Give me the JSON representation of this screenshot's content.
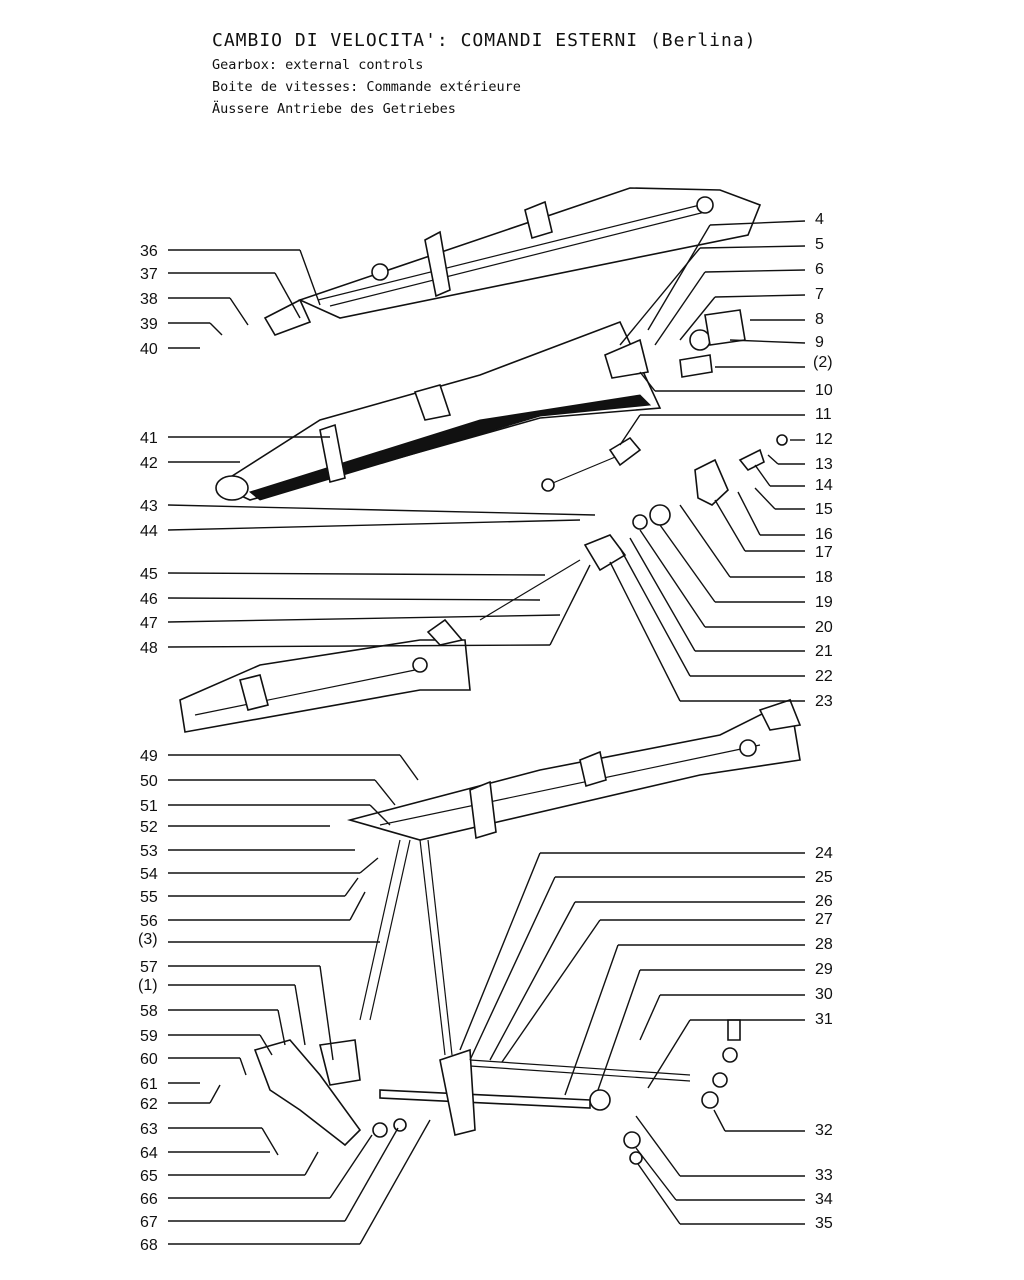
{
  "title": {
    "italian": "CAMBIO DI VELOCITA': COMANDI ESTERNI (Berlina)",
    "english": "Gearbox: external controls",
    "french": "Boite de vitesses: Commande extérieure",
    "german": "Äussere Antriebe des Getriebes"
  },
  "callouts": {
    "left": [
      "36",
      "37",
      "38",
      "39",
      "40",
      "41",
      "42",
      "43",
      "44",
      "45",
      "46",
      "47",
      "48",
      "49",
      "50",
      "51",
      "52",
      "53",
      "54",
      "55",
      "56",
      "(3)",
      "57",
      "(1)",
      "58",
      "59",
      "60",
      "61",
      "62",
      "63",
      "64",
      "65",
      "66",
      "67",
      "68"
    ],
    "right": [
      "4",
      "5",
      "6",
      "7",
      "8",
      "9",
      "(2)",
      "10",
      "11",
      "12",
      "13",
      "14",
      "15",
      "16",
      "17",
      "18",
      "19",
      "20",
      "21",
      "22",
      "23",
      "24",
      "25",
      "26",
      "27",
      "28",
      "29",
      "30",
      "31",
      "32",
      "33",
      "34",
      "35"
    ]
  }
}
